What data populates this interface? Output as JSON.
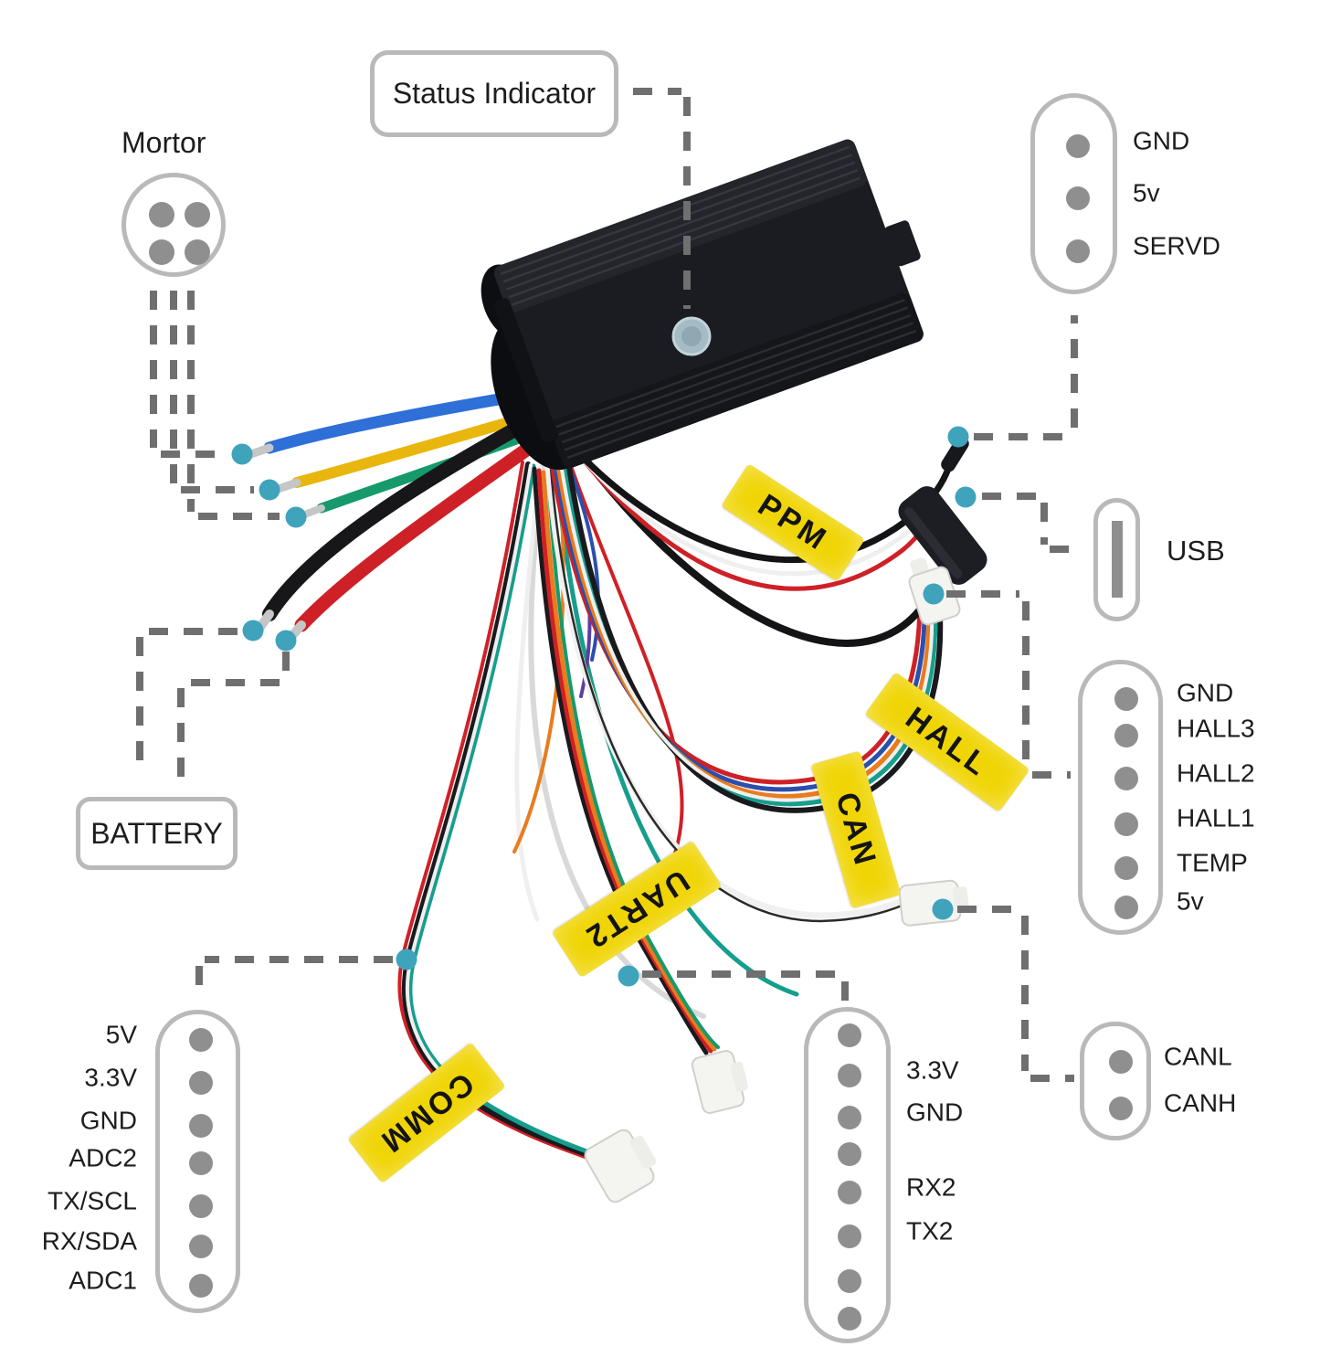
{
  "labels": {
    "motor": "Mortor",
    "status_indicator": "Status Indicator",
    "battery": "BATTERY",
    "usb": "USB"
  },
  "cable_tags": {
    "ppm": "PPM",
    "hall": "HALL",
    "can": "CAN",
    "uart2": "UART2",
    "comm": "COMM"
  },
  "connectors": {
    "motor": {
      "pin_count": 4
    },
    "servo": {
      "pins": [
        "GND",
        "5v",
        "SERVD"
      ]
    },
    "hall": {
      "pins": [
        "GND",
        "HALL3",
        "HALL2",
        "HALL1",
        "TEMP",
        "5v"
      ]
    },
    "can": {
      "pins": [
        "CANL",
        "CANH"
      ]
    },
    "comm": {
      "pins": [
        "5V",
        "3.3V",
        "GND",
        "ADC2",
        "TX/SCL",
        "RX/SDA",
        "ADC1"
      ]
    },
    "uart2": {
      "pin_count": 8,
      "labeled_pins": {
        "pin2": "3.3V",
        "pin3": "GND",
        "pin5": "RX2",
        "pin6": "TX2"
      }
    }
  },
  "colors": {
    "accent_dot": "#3FA3BC",
    "tape_yellow": "#F0D506",
    "outline_gray": "#B9B9B9",
    "pin_gray": "#8F8F8F",
    "dash_gray": "#6F6F6F",
    "wire_blue": "#2E6FD8",
    "wire_yellow": "#E9B60E",
    "wire_green": "#169A6B",
    "wire_red": "#CE2127",
    "wire_black": "#1A1A1E",
    "wire_orange": "#E87C1E",
    "wire_teal": "#169E8C",
    "led_blue": "#9DB6BF"
  }
}
